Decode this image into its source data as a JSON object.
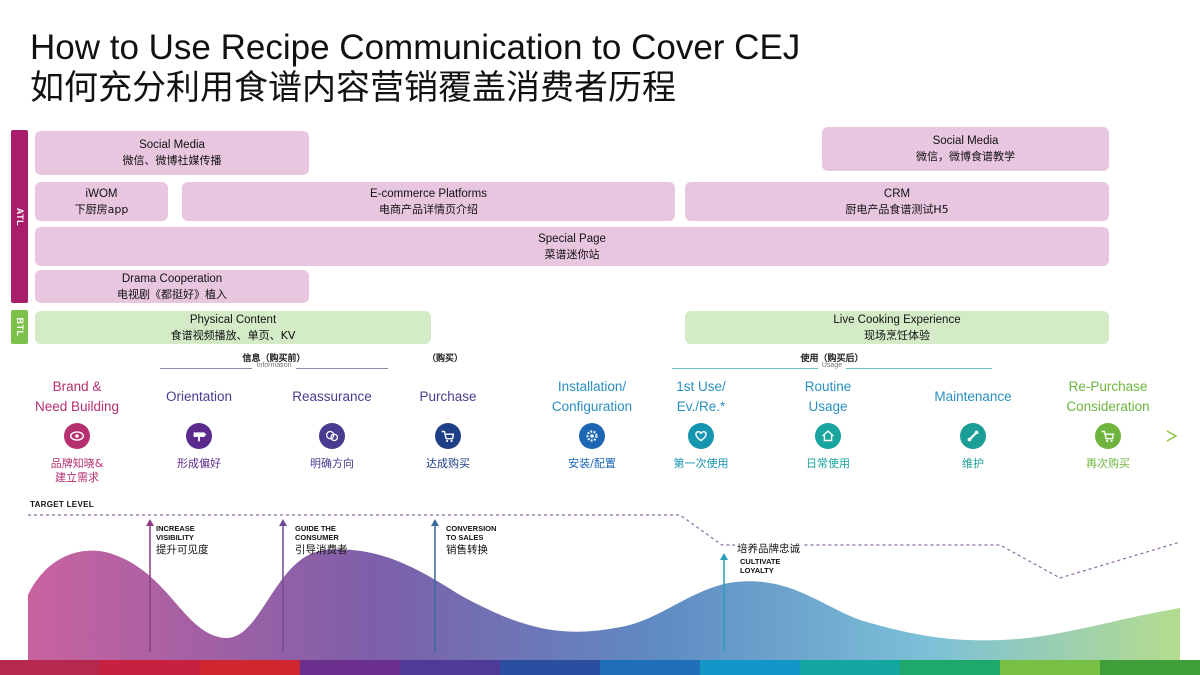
{
  "title": {
    "en": "How to Use Recipe Communication to Cover CEJ",
    "zh": "如何充分利用食谱内容营销覆盖消费者历程"
  },
  "side_labels": {
    "atl": "ATL",
    "btl": "BTL"
  },
  "atl_boxes": {
    "social_left": {
      "en": "Social Media",
      "zh": "微信、微博社媒传播"
    },
    "social_right": {
      "en": "Social Media",
      "zh": "微信，微博食谱教学"
    },
    "iwom": {
      "en": "iWOM",
      "zh": "下厨房app"
    },
    "ecommerce": {
      "en": "E-commerce Platforms",
      "zh": "电商产品详情页介绍"
    },
    "crm": {
      "en": "CRM",
      "zh": "厨电产品食谱测试H5"
    },
    "special_page": {
      "en": "Special Page",
      "zh": "菜谱迷你站"
    },
    "drama": {
      "en": "Drama Cooperation",
      "zh": "电视剧《都挺好》植入"
    }
  },
  "btl_boxes": {
    "physical": {
      "en": "Physical Content",
      "zh": "食谱视频播放、单页、KV"
    },
    "live": {
      "en": "Live Cooking Experience",
      "zh": "现场烹饪体验"
    }
  },
  "phases": {
    "information": {
      "zh": "信息（购买前）",
      "en": "Information"
    },
    "purchase": {
      "zh": "（购买）"
    },
    "usage": {
      "zh": "使用（购买后）",
      "en": "Usage"
    }
  },
  "stages": [
    {
      "en1": "Brand &",
      "en2": "Need Building",
      "zh1": "品牌知晓&",
      "zh2": "建立需求",
      "color": "#b4306e",
      "icon": "eye-icon"
    },
    {
      "en1": "Orientation",
      "en2": "",
      "zh1": "形成偏好",
      "zh2": "",
      "color": "#5b2a8c",
      "icon": "signpost-icon"
    },
    {
      "en1": "Reassurance",
      "en2": "",
      "zh1": "明确方向",
      "zh2": "",
      "color": "#4a3b8f",
      "icon": "chat-icon"
    },
    {
      "en1": "Purchase",
      "en2": "",
      "zh1": "达成购买",
      "zh2": "",
      "color": "#1d3f87",
      "icon": "cart-icon"
    },
    {
      "en1": "Installation/",
      "en2": "Configuration",
      "zh1": "安装/配置",
      "zh2": "",
      "color": "#1b66b5",
      "icon": "gear-icon"
    },
    {
      "en1": "1st Use/",
      "en2": "Ev./Re.*",
      "zh1": "第一次使用",
      "zh2": "",
      "color": "#1595b0",
      "icon": "heart-icon"
    },
    {
      "en1": "Routine",
      "en2": "Usage",
      "zh1": "日常使用",
      "zh2": "",
      "color": "#17a59d",
      "icon": "home-icon"
    },
    {
      "en1": "Maintenance",
      "en2": "",
      "zh1": "维护",
      "zh2": "",
      "color": "#1a9e95",
      "icon": "wrench-icon"
    },
    {
      "en1": "Re-Purchase",
      "en2": "Consideration",
      "zh1": "再次购买",
      "zh2": "",
      "color": "#6db53d",
      "icon": "cart-icon"
    }
  ],
  "target": {
    "label": "TARGET LEVEL",
    "annotations": [
      {
        "en1": "INCREASE",
        "en2": "VISIBILITY",
        "zh": "提升可见度"
      },
      {
        "en1": "GUIDE THE",
        "en2": "CONSUMER",
        "zh": "引导消费者"
      },
      {
        "en1": "CONVERSION",
        "en2": "TO SALES",
        "zh": "销售转换"
      },
      {
        "en1": "CULTIVATE",
        "en2": "LOYALTY",
        "zh": "培养品牌忠诚"
      }
    ]
  },
  "colors": {
    "atl_box": "#e9c6e0",
    "btl_box": "#d3ebc7",
    "atl_bar": "#a81e6a",
    "btl_bar": "#7dc04a",
    "stage_text_left": "#b4306e",
    "stage_text_mid": "#1b66b5",
    "stage_text_right": "#6db53d"
  }
}
